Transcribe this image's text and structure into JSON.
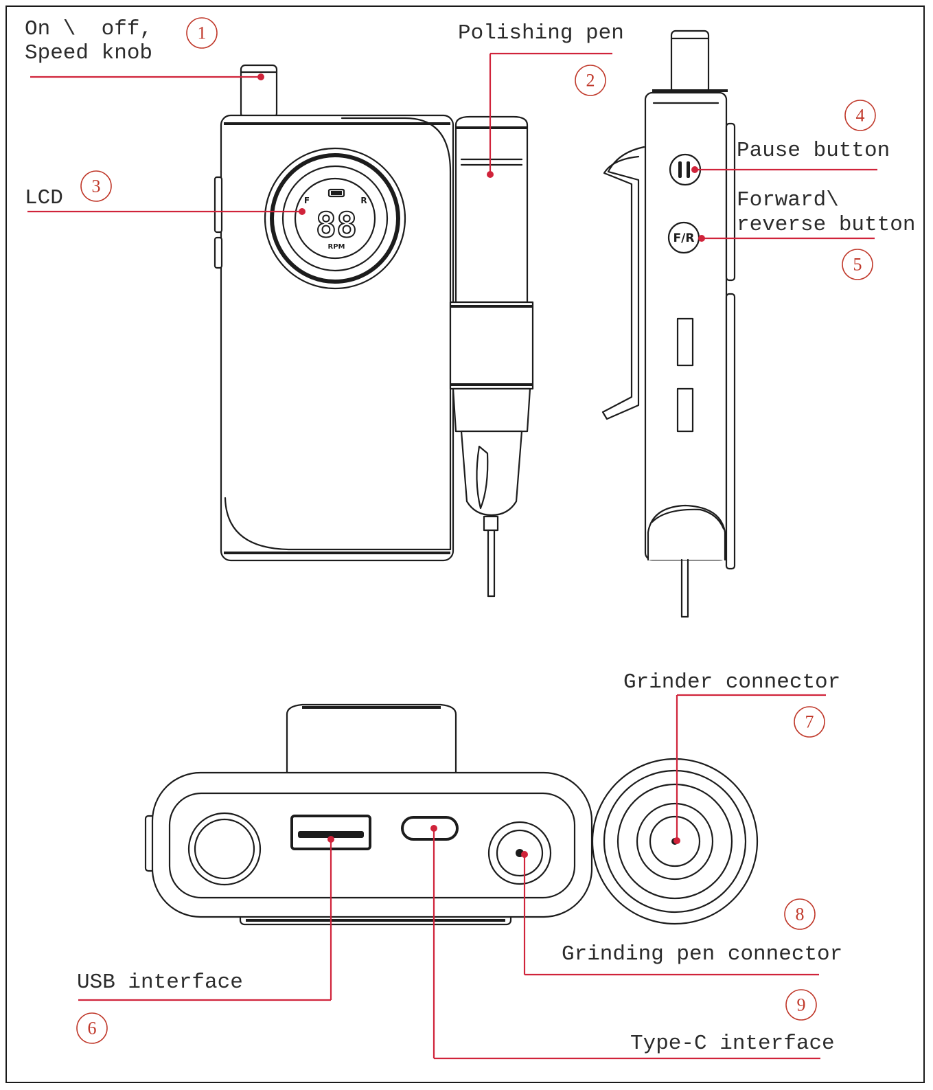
{
  "labels": {
    "speed_knob": "On \\  off,",
    "speed_knob_line2": "Speed knob",
    "polishing_pen": "Polishing pen",
    "lcd": "LCD",
    "pause_button": "Pause button",
    "forward_reverse": "Forward\\",
    "forward_reverse_line2": "reverse button",
    "grinder_connector": "Grinder connector",
    "grinding_pen_connector": "Grinding pen connector",
    "usb_interface": "USB interface",
    "type_c_interface": "Type-C interface"
  },
  "numbers": {
    "n1": "1",
    "n2": "2",
    "n3": "3",
    "n4": "4",
    "n5": "5",
    "n6": "6",
    "n7": "7",
    "n8": "8",
    "n9": "9"
  },
  "device_markings": {
    "lcd_f": "F",
    "lcd_r": "R",
    "lcd_digits": "88",
    "lcd_unit": "RPM",
    "fr_button": "F/R"
  },
  "colors": {
    "accent": "#d0233a",
    "line": "#1c1c1c",
    "text": "#2b2b2b"
  }
}
